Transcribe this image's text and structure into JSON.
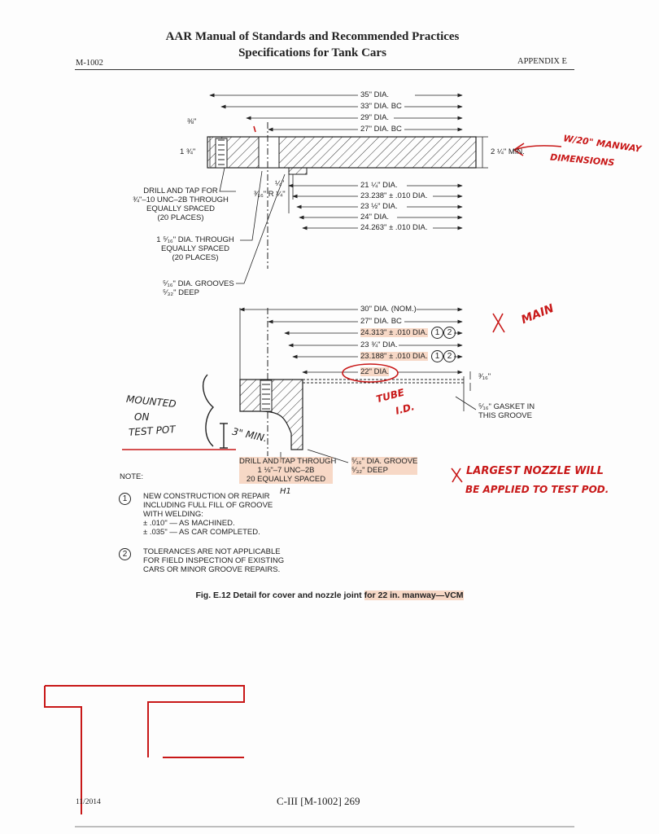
{
  "header": {
    "title_line1": "AAR Manual of Standards and Recommended Practices",
    "title_line2": "Specifications for Tank Cars",
    "left": "M-1002",
    "right": "APPENDIX E"
  },
  "top_detail": {
    "dims_right": [
      "35\" DIA.",
      "33\" DIA. BC",
      "29\" DIA.",
      "27\" DIA. BC"
    ],
    "dims_inner": [
      "21 ¼\" DIA.",
      "23.238\" ± .010 DIA.",
      "23 ½\" DIA.",
      "24\" DIA.",
      "24.263\" ± .010 DIA."
    ],
    "thickness_label": "2 ¼\" MIN.",
    "left_small": "⅜\"",
    "left_height": "1 ¾\"",
    "quarter": "¼\"",
    "radius": "³⁄₁₆\" R ¼\"",
    "drill_tap_1": "DRILL AND TAP FOR",
    "drill_tap_2": "¾\"–10 UNC–2B THROUGH",
    "drill_tap_3": "EQUALLY SPACED",
    "drill_tap_4": "(20 PLACES)",
    "hole_1": "1 ⁵⁄₁₆\" DIA. THROUGH",
    "hole_2": "EQUALLY SPACED",
    "hole_3": "(20 PLACES)",
    "groove_1": "⁵⁄₁₆\" DIA. GROOVES",
    "groove_2": "⁵⁄₃₂\" DEEP"
  },
  "bottom_detail": {
    "dims": [
      "30\" DIA. (NOM.)",
      "27\" DIA. BC",
      "24.313\" ± .010 DIA.",
      "23 ¾\" DIA.",
      "23.188\" ± .010 DIA.",
      "22\" DIA."
    ],
    "circ1": "1",
    "circ2": "2",
    "gasket_small": "³⁄₁₆\"",
    "gasket_1": "⁵⁄₁₆\" GASKET IN",
    "gasket_2": "THIS GROOVE",
    "drill_1": "DRILL AND TAP THROUGH",
    "drill_2": "1 ⅛\"–7 UNC–2B",
    "drill_3": "20 EQUALLY SPACED",
    "groove_1": "⁵⁄₁₆\" DIA. GROOVE",
    "groove_2": "⁵⁄₃₂\" DEEP"
  },
  "notes": {
    "heading": "NOTE:",
    "n1_num": "1",
    "n1": [
      "NEW CONSTRUCTION OR REPAIR",
      "INCLUDING FULL FILL OF GROOVE",
      "WITH WELDING:",
      "± .010\" — AS MACHINED.",
      "± .035\" — AS CAR COMPLETED."
    ],
    "n2_num": "2",
    "n2": [
      "TOLERANCES ARE NOT APPLICABLE",
      "FOR FIELD INSPECTION OF EXISTING",
      "CARS OR MINOR GROOVE REPAIRS."
    ]
  },
  "caption": {
    "prefix": "Fig. E.12  Detail for cover and nozzle joint ",
    "highlight": "for 22 in. manway—VCM"
  },
  "footer": {
    "date": "11/2014",
    "page": "C-III [M-1002] 269"
  },
  "handwriting": {
    "manway_1": "W/20\" MANWAY",
    "manway_2": "DIMENSIONS",
    "main": "MAIN",
    "tube_1": "TUBE",
    "tube_2": "I.D.",
    "mounted_1": "MOUNTED",
    "mounted_2": "ON",
    "mounted_3": "TEST POT",
    "three_min": "3\" MIN.",
    "h1": "H1",
    "largest_1": "LARGEST NOZZLE WILL",
    "largest_2": "BE APPLIED TO TEST POD."
  },
  "colors": {
    "ink": "#222222",
    "red_pen": "#c81818",
    "highlight": "#f0aa82"
  }
}
